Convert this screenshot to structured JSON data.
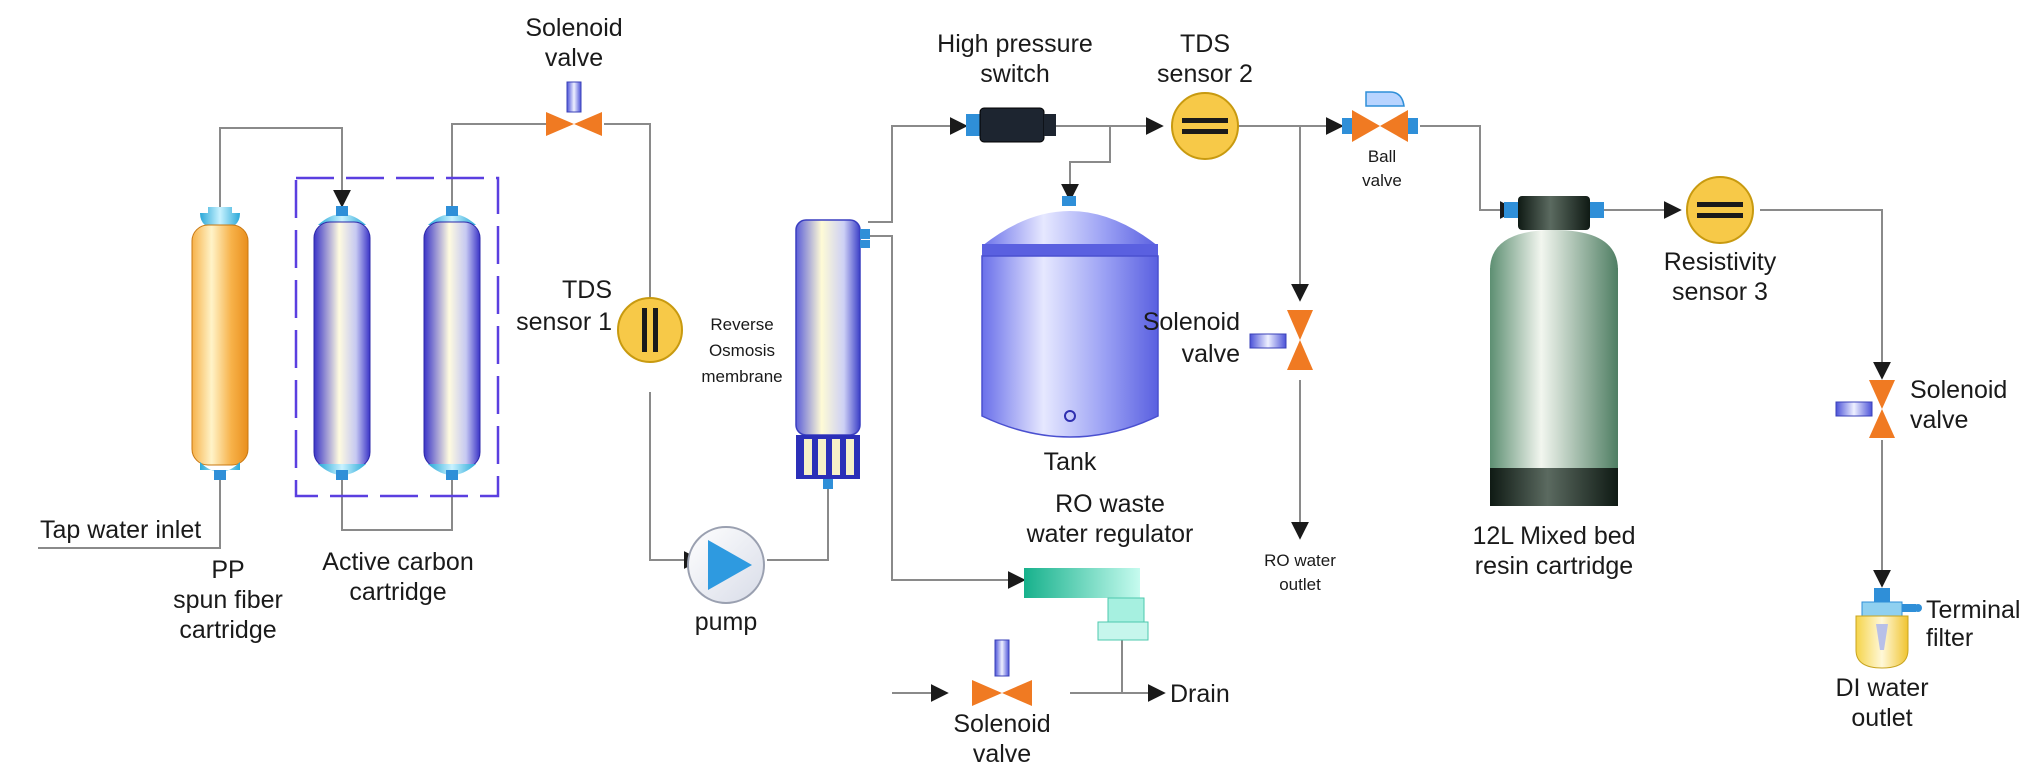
{
  "labels": {
    "tap_water_inlet": "Tap water inlet",
    "pp_cartridge": [
      "PP",
      "spun fiber",
      "cartridge"
    ],
    "active_carbon": [
      "Active carbon",
      "cartridge"
    ],
    "solenoid_valve_top": [
      "Solenoid",
      "valve"
    ],
    "tds_sensor_1": [
      "TDS",
      "sensor 1"
    ],
    "ro_membrane": [
      "Reverse",
      "Osmosis",
      "membrane"
    ],
    "pump": "pump",
    "high_pressure_switch": [
      "High pressure",
      "switch"
    ],
    "tds_sensor_2": [
      "TDS",
      "sensor 2"
    ],
    "tank": "Tank",
    "ro_waste_regulator": [
      "RO waste",
      "water regulator"
    ],
    "solenoid_valve_drain": [
      "Solenoid",
      "valve"
    ],
    "drain": "Drain",
    "ball_valve": [
      "Ball",
      "valve"
    ],
    "solenoid_valve_ro": [
      "Solenoid",
      "valve"
    ],
    "ro_water_outlet": [
      "RO water",
      "outlet"
    ],
    "mixed_bed": [
      "12L Mixed bed",
      "resin cartridge"
    ],
    "resistivity_sensor_3": [
      "Resistivity",
      "sensor 3"
    ],
    "solenoid_valve_di": [
      "Solenoid",
      "valve"
    ],
    "terminal_filter": [
      "Terminal",
      "filter"
    ],
    "di_water_outlet": [
      "DI water",
      "outlet"
    ]
  },
  "colors": {
    "pipe": "#8a8a8a",
    "valve": "#f07a22",
    "sensor_fill": "#f7c948",
    "frame_dash": "#5a3fe0",
    "pp_cartridge": "#f5a030",
    "carbon_cartridge": "#3a34c8",
    "tank": "#7f86f0",
    "resin_cartridge": "#6d9f80",
    "regulator": "#2ec6a4",
    "connector": "#2f8fd8"
  }
}
